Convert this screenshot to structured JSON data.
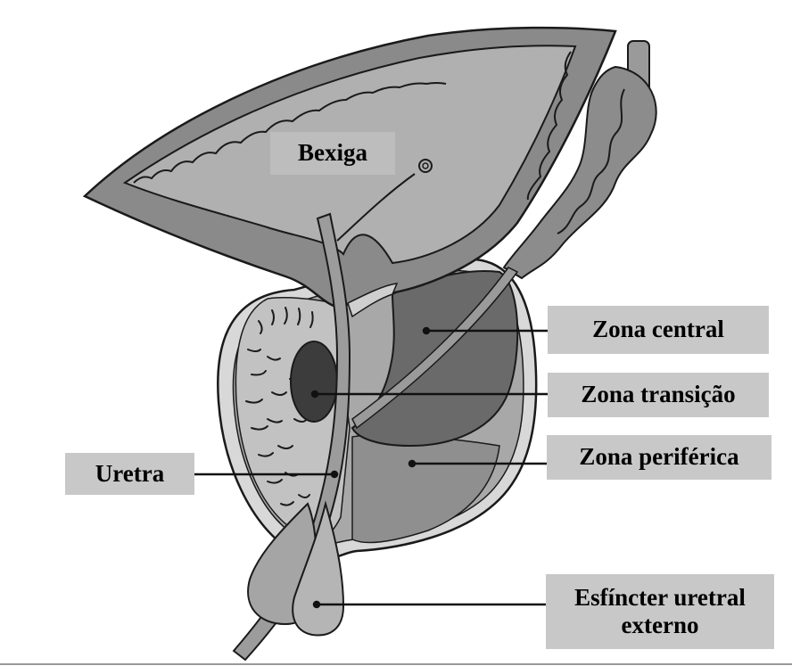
{
  "labels": {
    "bexiga": "Bexiga",
    "zona_central": "Zona central",
    "zona_transicao": "Zona transição",
    "zona_periferica": "Zona periférica",
    "uretra": "Uretra",
    "esfincter_line1": "Esfíncter uretral",
    "esfincter_line2": "externo"
  },
  "colors": {
    "outline": "#1a1a1a",
    "bladder_fill": "#9a9a9a",
    "bladder_inner": "#b4b4b4",
    "peripheral_zone": "#8f8f8f",
    "central_zone": "#5f5f5f",
    "transition_zone": "#3a3a3a",
    "label_bg": "#c8c8c8"
  }
}
